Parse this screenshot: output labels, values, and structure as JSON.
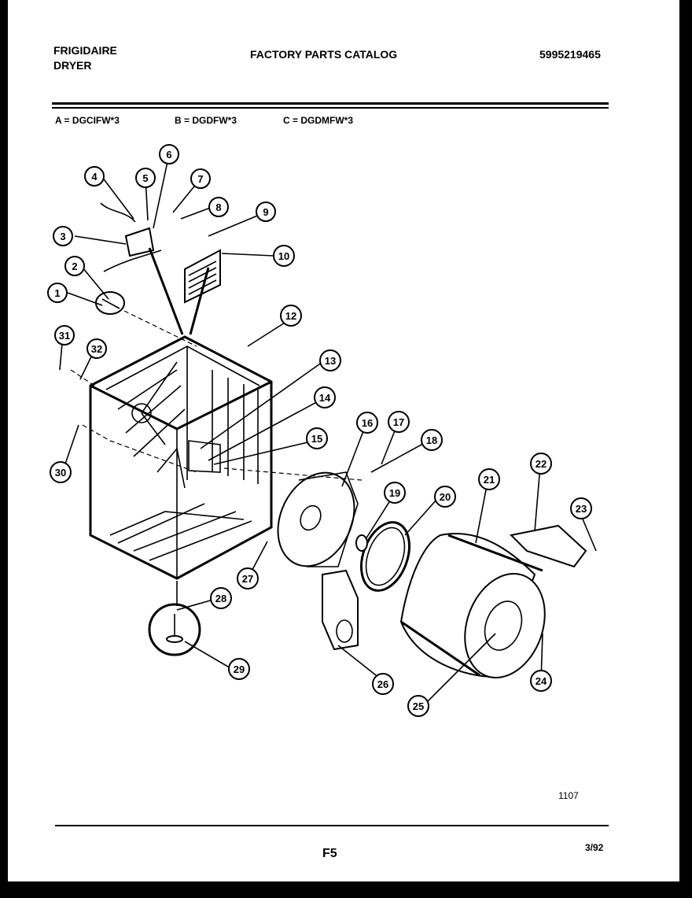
{
  "header": {
    "brand": "FRIGIDAIRE",
    "product": "DRYER",
    "catalog_title": "FACTORY PARTS CATALOG",
    "catalog_number": "5995219465"
  },
  "models": [
    "A = DGCIFW*3",
    "B = DGDFW*3",
    "C = DGDMFW*3"
  ],
  "callouts": [
    "1",
    "2",
    "3",
    "4",
    "5",
    "6",
    "7",
    "8",
    "9",
    "10",
    "12",
    "13",
    "14",
    "15",
    "16",
    "17",
    "18",
    "19",
    "20",
    "21",
    "22",
    "23",
    "24",
    "25",
    "26",
    "27",
    "28",
    "29",
    "30",
    "31",
    "32",
    "26"
  ],
  "footer": {
    "illustration_number": "1107",
    "page_code": "F5",
    "date": "3/92"
  }
}
